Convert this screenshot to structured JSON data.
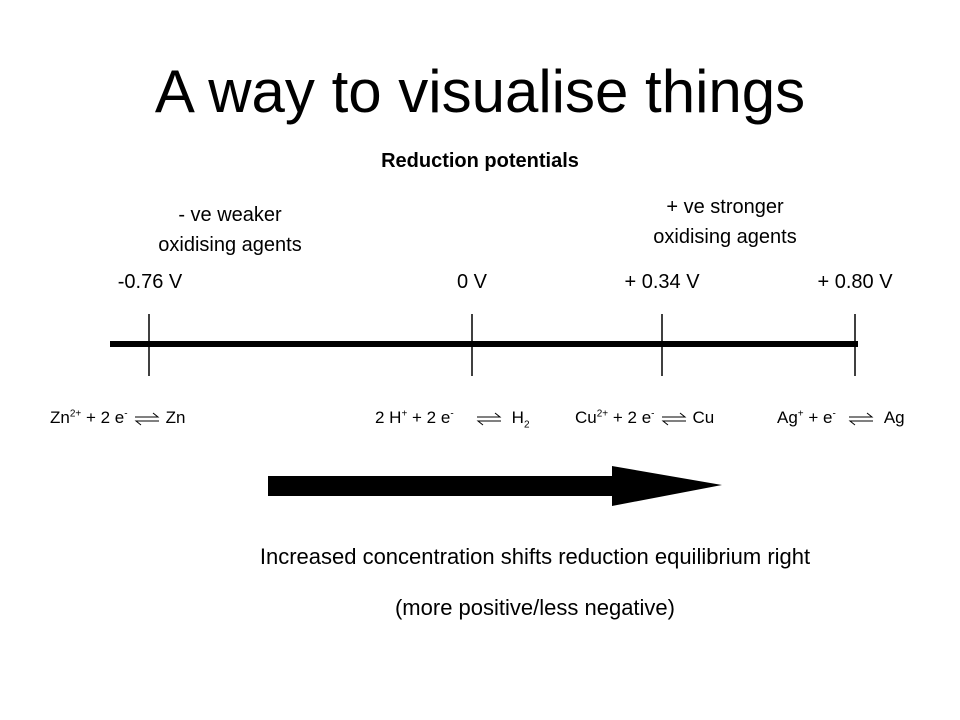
{
  "title": "A way to visualise things",
  "subtitle": "Reduction potentials",
  "left_note": {
    "line1": "- ve weaker",
    "line2": "oxidising agents"
  },
  "right_note": {
    "line1": "+ ve stronger",
    "line2": "oxidising agents"
  },
  "scale": {
    "labels": [
      "-0.76 V",
      "0 V",
      "+ 0.34 V",
      "+ 0.80 V"
    ],
    "values": [
      -0.76,
      0,
      0.34,
      0.8
    ]
  },
  "equations": [
    {
      "pre": "Zn",
      "pre_sup": "2+",
      "mid": " + 2 e",
      "mid_sup": "-",
      "post": "Zn",
      "post_sub": ""
    },
    {
      "pre": "2 H",
      "pre_sup": "+",
      "mid": " + 2 e",
      "mid_sup": "-",
      "post": "H",
      "post_sub": "2"
    },
    {
      "pre": "Cu",
      "pre_sup": "2+",
      "mid": " + 2 e",
      "mid_sup": "-",
      "post": "Cu",
      "post_sub": ""
    },
    {
      "pre": "Ag",
      "pre_sup": "+",
      "mid": " + e",
      "mid_sup": "-",
      "post": "Ag",
      "post_sub": ""
    }
  ],
  "caption": {
    "line1": "Increased concentration shifts reduction equilibrium right",
    "line2": "(more positive/less negative)"
  }
}
